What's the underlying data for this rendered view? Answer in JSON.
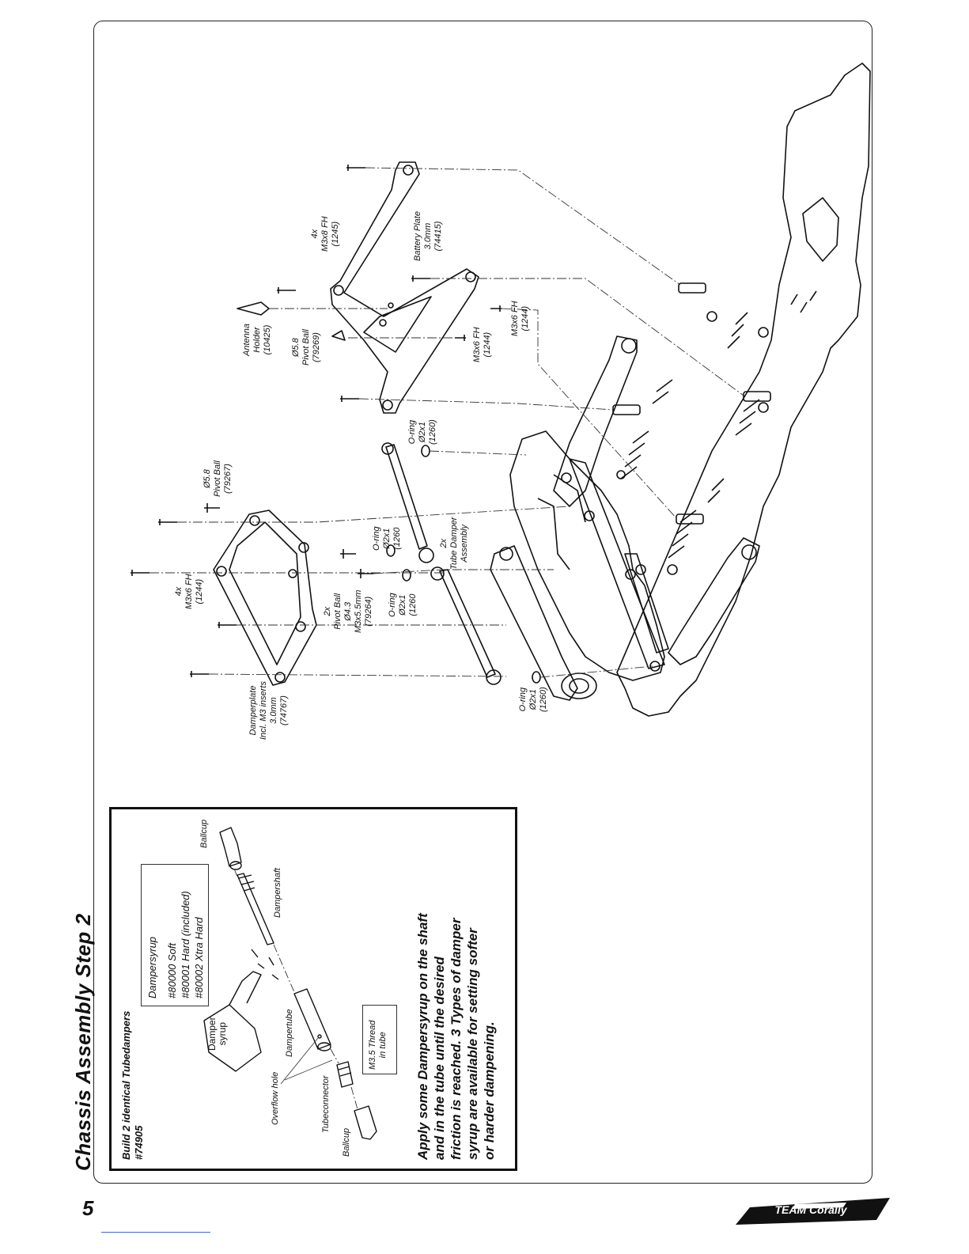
{
  "header": {
    "title": "Chassis Assembly Step 2"
  },
  "footer": {
    "page_number": "5",
    "brand": "TEAM Corally"
  },
  "inset": {
    "heading": [
      "Build 2 identical Tubedampers",
      "#74905"
    ],
    "syrup_box": {
      "title": "Dampersyrup",
      "lines": [
        "#80000 Soft",
        "#80001 Hard (included)",
        "#80002 Xtra Hard"
      ]
    },
    "thread_box": {
      "lines": [
        "M3.5 Thread",
        "in tube"
      ]
    },
    "parts": {
      "ballcup_top": "Ballcup",
      "dampershaft": "Dampershaft",
      "dampertube": "Dampertube",
      "overflow_hole": "Overflow hole",
      "tubeconnector": "Tubeconnector",
      "ballcup_bottom": "Ballcup",
      "bottle": [
        "Damper",
        "syrup"
      ]
    },
    "instruction": [
      "Apply some Dampersyrup on the shaft",
      "and in the tube until the desired",
      "friction is reached. 3 Types of damper",
      "syrup are available for setting softer",
      "or harder dampening."
    ]
  },
  "callouts": {
    "damperplate": [
      "Damperplate",
      "Incl. M3 inserts",
      "3.0mm",
      "(74767)"
    ],
    "screws_plate": [
      "4x",
      "M3x6 FH",
      "(1244)"
    ],
    "pivot_ball_43": [
      "2x",
      "Pivot Ball",
      "Ø4.3",
      "M3x5.5mm",
      "(79264)"
    ],
    "pivot_ball_58a": [
      "Ø5.8",
      "Pivot Ball",
      "(79267)"
    ],
    "oring_a": [
      "O-ring",
      "Ø2x1",
      "(1260"
    ],
    "oring_b": [
      "O-ring",
      "Ø2x1",
      "(1260"
    ],
    "oring_c": [
      "O-ring",
      "Ø2x1",
      "(1260)"
    ],
    "oring_d": [
      "O-ring",
      "Ø2x1",
      "(1260)"
    ],
    "tube_damper": [
      "2x",
      "Tube Damper",
      "Assembly"
    ],
    "antenna_holder": [
      "Antenna",
      "Holder",
      "(10425)"
    ],
    "pivot_ball_58b": [
      "Ø5.8",
      "Pivot Ball",
      "(79269)"
    ],
    "m3x6_a": [
      "M3x6 FH",
      "(1244)"
    ],
    "m3x6_b": [
      "M3x6 FH",
      "(1244)"
    ],
    "battery_plate": [
      "Battery Plate",
      "3.0mm",
      "(74415)"
    ],
    "screws_battery": [
      "4x",
      "M3x8 FH",
      "(1245)"
    ]
  }
}
